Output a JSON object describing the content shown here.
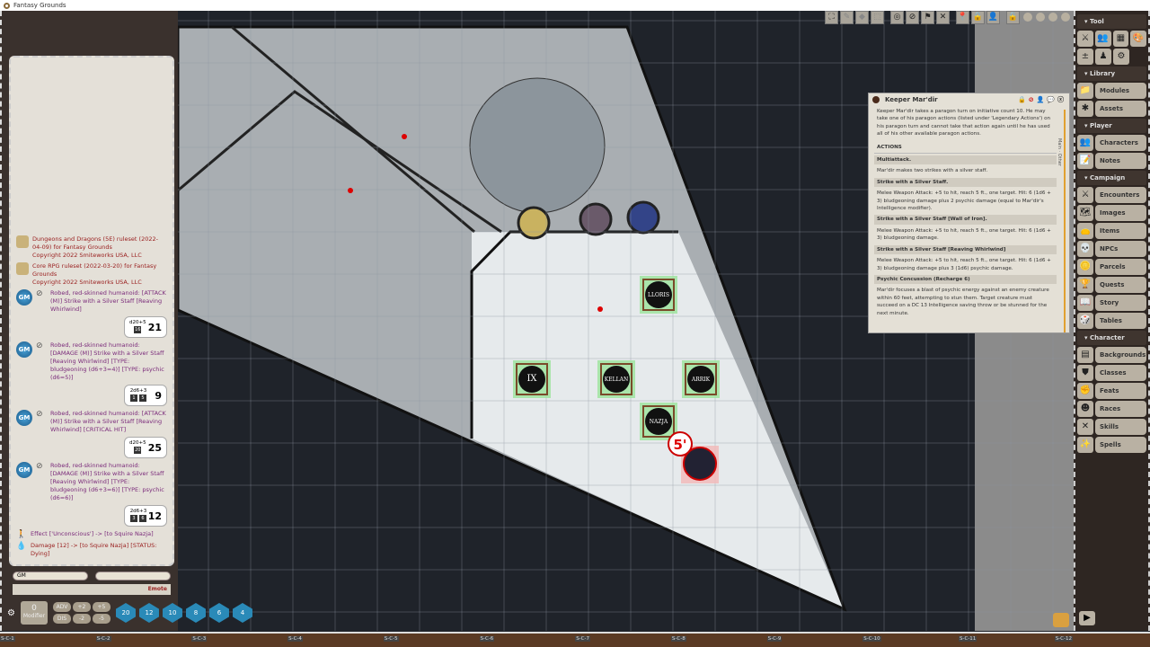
{
  "window": {
    "title": "Fantasy Grounds"
  },
  "chat": {
    "messages": [
      {
        "type": "system",
        "text": "Dungeons and Dragons (5E) ruleset (2022-04-09) for Fantasy Grounds",
        "sub": "Copyright 2022 Smiteworks USA, LLC"
      },
      {
        "type": "system",
        "text": "Core RPG ruleset (2022-03-20) for Fantasy Grounds",
        "sub": "Copyright 2022 Smiteworks USA, LLC"
      },
      {
        "type": "roll",
        "avatar": "GM",
        "text": "Robed, red-skinned humanoid: [ATTACK (M)] Strike with a Silver Staff [Reaving Whirlwind]",
        "formula": "d20+5",
        "dice": [
          "16"
        ],
        "total": "21"
      },
      {
        "type": "roll",
        "avatar": "GM",
        "text": "Robed, red-skinned humanoid: [DAMAGE (M)] Strike with a Silver Staff [Reaving Whirlwind] [TYPE: bludgeoning (d6+3=4)] [TYPE: psychic (d6=5)]",
        "formula": "2d6+3",
        "dice": [
          "1",
          "5"
        ],
        "total": "9"
      },
      {
        "type": "roll",
        "avatar": "GM",
        "text": "Robed, red-skinned humanoid: [ATTACK (M)] Strike with a Silver Staff [Reaving Whirlwind] [CRITICAL HIT]",
        "formula": "d20+5",
        "dice": [
          "20"
        ],
        "total": "25"
      },
      {
        "type": "roll",
        "avatar": "GM",
        "text": "Robed, red-skinned humanoid: [DAMAGE (M)] Strike with a Silver Staff [Reaving Whirlwind] [TYPE: bludgeoning (d6+3=6)] [TYPE: psychic (d6=6)]",
        "formula": "2d6+3",
        "dice": [
          "3",
          "6"
        ],
        "total": "12"
      },
      {
        "type": "effect",
        "text": "Effect ['Unconscious'] -> [to Squire Nazja]"
      },
      {
        "type": "damage",
        "text": "Damage [12] -> [to Squire Nazja] [STATUS: Dying]"
      }
    ],
    "identity": "GM",
    "language": "",
    "emote": "Emote"
  },
  "dicebar": {
    "modifier": "0",
    "modifier_label": "Modifier",
    "mods": [
      "ADV",
      "+2",
      "+5",
      "DIS",
      "-2",
      "-5"
    ],
    "dice": [
      "20",
      "12",
      "10",
      "8",
      "6",
      "4"
    ]
  },
  "toolbar": {
    "icons": [
      "fullscreen-icon",
      "draw-icon",
      "mask-icon",
      "select-icon",
      "target-icon",
      "no-target-icon",
      "flag-icon",
      "clear-targets-icon",
      "pin-icon",
      "lock-icon",
      "token-lock-icon",
      "lock-icon-2"
    ]
  },
  "map": {
    "tokens": [
      {
        "name": "LLORIS"
      },
      {
        "name": "IX"
      },
      {
        "name": "KELLAN"
      },
      {
        "name": "ARRIK"
      },
      {
        "name": "NAZJA"
      }
    ],
    "distance": "5'",
    "grid_labels": [
      "S-C-1",
      "S-C-2",
      "S-C-3",
      "S-C-4",
      "S-C-5",
      "S-C-6",
      "S-C-7",
      "S-C-8",
      "S-C-9",
      "S-C-10",
      "S-C-11",
      "S-C-12"
    ]
  },
  "npc": {
    "name": "Keeper Mar'dir",
    "intro": "Keeper Mar'dir takes a paragon turn on initiative count 10. He may take one of his paragon actions (listed under 'Legendary Actions') on his paragon turn and cannot take that action again until he has used all of his other available paragon actions.",
    "actions_header": "ACTIONS",
    "tabs": [
      "Main",
      "Other"
    ],
    "actions": [
      {
        "name": "Multiattack.",
        "desc": "Mar'dir makes two strikes with a silver staff."
      },
      {
        "name": "Strike with a Silver Staff.",
        "desc": "Melee Weapon Attack: +5 to hit, reach 5 ft., one target. Hit: 6 (1d6 + 3) bludgeoning damage plus 2 psychic damage (equal to Mar'dir's Intelligence modifier)."
      },
      {
        "name": "Strike with a Silver Staff [Wall of Iron].",
        "desc": "Melee Weapon Attack: +5 to hit, reach 5 ft., one target. Hit: 6 (1d6 + 3) bludgeoning damage."
      },
      {
        "name": "Strike with a Silver Staff [Reaving Whirlwind]",
        "desc": "Melee Weapon Attack: +5 to hit, reach 5 ft., one target. Hit: 6 (1d6 + 3) bludgeoning damage plus 3 (1d6) psychic damage."
      },
      {
        "name": "Psychic Concussion (Recharge 6)",
        "desc": "Mar'dir focuses a blast of psychic energy against an enemy creature within 60 feet, attempting to stun them. Target creature must succeed on a DC 13 Intelligence saving throw or be stunned for the next minute."
      }
    ]
  },
  "sidebar": {
    "tool": "Tool",
    "library": "Library",
    "library_items": [
      "Modules",
      "Assets"
    ],
    "player": "Player",
    "player_items": [
      "Characters",
      "Notes"
    ],
    "campaign": "Campaign",
    "campaign_items": [
      "Encounters",
      "Images",
      "Items",
      "NPCs",
      "Parcels",
      "Quests",
      "Story",
      "Tables"
    ],
    "character": "Character",
    "character_items": [
      "Backgrounds",
      "Classes",
      "Feats",
      "Races",
      "Skills",
      "Spells"
    ]
  },
  "colors": {
    "chat_text": "#7a2a7a",
    "system_text": "#9a2020",
    "map_bg": "#1f232a",
    "token_highlight": "#9be39b"
  }
}
